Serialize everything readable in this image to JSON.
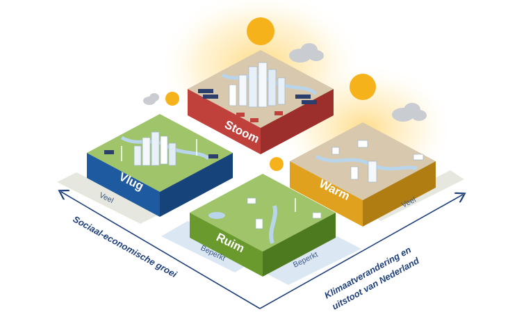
{
  "scenarios": {
    "top": {
      "label": "Stoom",
      "color": "#c0413c"
    },
    "left": {
      "label": "Vlug",
      "color": "#1e5aa0"
    },
    "right": {
      "label": "Warm",
      "color": "#e0a11f"
    },
    "bottom": {
      "label": "Ruim",
      "color": "#6a9a2e"
    }
  },
  "axes": {
    "left_axis_label": "Sociaal-economische groei",
    "right_axis_label_line1": "Klimaatverandering en",
    "right_axis_label_line2": "uitstoot van Nederland",
    "left_high": "Veel",
    "left_low": "Beperkt",
    "right_high": "Veel",
    "right_low": "Beperkt"
  },
  "colors": {
    "axis": "#1f3f7a",
    "grass": "#9fc46a",
    "sand": "#d8c9ae",
    "sun": "#f6b21a",
    "tile_grey": "#e6e8e0",
    "tile_blue": "#dbe7f3"
  }
}
